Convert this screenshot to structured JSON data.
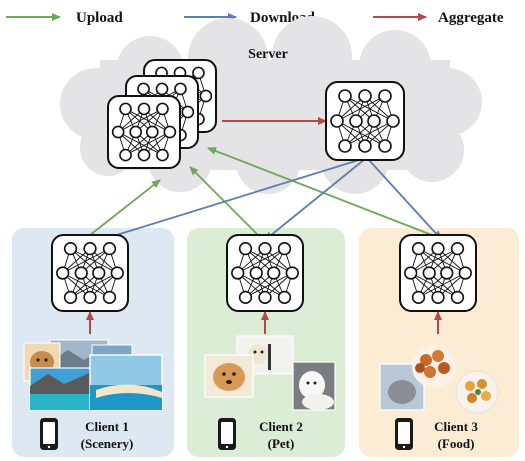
{
  "legend": {
    "upload": {
      "label": "Upload",
      "color": "#6fa85a"
    },
    "download": {
      "label": "Download",
      "color": "#5b7fb0"
    },
    "aggregate": {
      "label": "Aggregate",
      "color": "#b24a4a"
    }
  },
  "server": {
    "title": "Server"
  },
  "clients": [
    {
      "name": "Client 1",
      "domain": "(Scenery)",
      "bg": "#dde8f3",
      "images": "scenery photos"
    },
    {
      "name": "Client 2",
      "domain": "(Pet)",
      "bg": "#dcedd6",
      "images": "pet photos"
    },
    {
      "name": "Client 3",
      "domain": "(Food)",
      "bg": "#fcecd3",
      "images": "food photos"
    }
  ],
  "server_model_stack": {
    "colors": [
      "#fbf5d2",
      "#e3eed9",
      "#dde8f3"
    ]
  },
  "icons": {
    "client_device": "smartphone-icon",
    "model": "neural-network-icon"
  }
}
